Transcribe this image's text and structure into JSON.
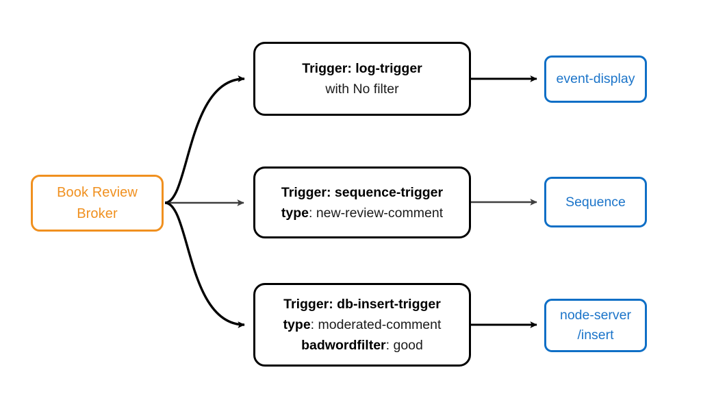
{
  "diagram": {
    "title": "Book Review Broker trigger routing",
    "colors": {
      "broker": "#f0901f",
      "trigger_border": "#000000",
      "endpoint": "#0f6fc6",
      "edge_black": "#000000",
      "edge_gray": "#3f3f3f",
      "background": "#ffffff"
    }
  },
  "broker": {
    "line1": "Book Review",
    "line2": "Broker"
  },
  "triggers": [
    {
      "id": "log-trigger",
      "line1_bold": "Trigger: log-trigger",
      "line2_plain": "with No filter"
    },
    {
      "id": "sequence-trigger",
      "line1_bold": "Trigger: sequence-trigger",
      "line2_key": "type",
      "line2_value": ": new-review-comment"
    },
    {
      "id": "db-insert-trigger",
      "line1_bold": "Trigger: db-insert-trigger",
      "line2_key": "type",
      "line2_value": ": moderated-comment",
      "line3_key": "badwordfilter",
      "line3_value": ": good"
    }
  ],
  "endpoints": [
    {
      "id": "event-display",
      "line1": "event-display"
    },
    {
      "id": "sequence",
      "line1": "Sequence"
    },
    {
      "id": "node-server-insert",
      "line1": "node-server",
      "line2": "/insert"
    }
  ]
}
